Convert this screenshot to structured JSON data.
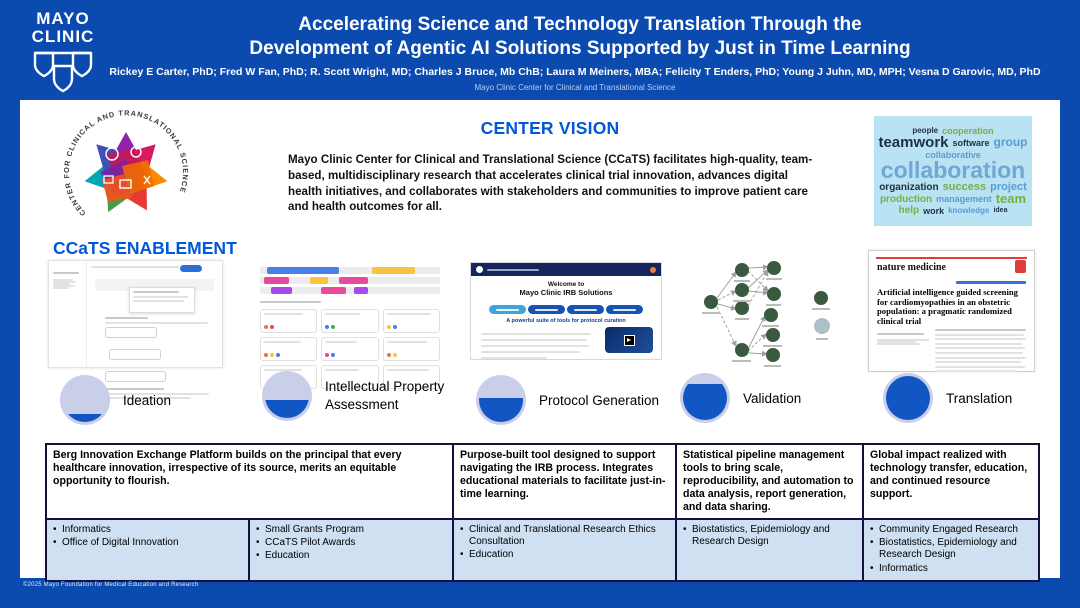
{
  "page": {
    "bg_color": "#0b4bb0",
    "accent_blue": "#0057d8"
  },
  "header": {
    "logo_line1": "MAYO",
    "logo_line2": "CLINIC",
    "title_line1": "Accelerating Science and Technology Translation Through the",
    "title_line2": "Development of Agentic AI Solutions Supported by Just in Time Learning",
    "authors": "Rickey E Carter, PhD; Fred W Fan, PhD; R. Scott Wright, MD; Charles J Bruce, Mb ChB; Laura M Meiners, MBA; Felicity T Enders, PhD; Young J Juhn, MD, MPH; Vesna D Garovic, MD, PhD",
    "affiliation": "Mayo Clinic Center for Clinical and Translational Science"
  },
  "center_vision": {
    "heading": "CENTER VISION",
    "body": "Mayo Clinic Center for Clinical and Translational Science (CCaTS) facilitates high-quality, team-based, multidisciplinary research that accelerates clinical trial innovation, advances digital health initiatives, and collaborates with stakeholders and communities to improve patient care and health outcomes for all."
  },
  "ccats_logo": {
    "ring_text": "CENTER FOR CLINICAL AND TRANSLATIONAL SCIENCE"
  },
  "enablement_heading": "CCaTS ENABLEMENT",
  "word_cloud": {
    "words": [
      {
        "text": "people",
        "color": "#1c3144",
        "size": 8,
        "bold": true
      },
      {
        "text": "cooperation",
        "color": "#76b041",
        "size": 9,
        "bold": true
      },
      {
        "text": "teamwork",
        "color": "#1c3144",
        "size": 15,
        "bold": true
      },
      {
        "text": "software",
        "color": "#1c3144",
        "size": 9,
        "bold": true
      },
      {
        "text": "group",
        "color": "#5b9bd5",
        "size": 12,
        "bold": true
      },
      {
        "text": "collaborative",
        "color": "#5b9bd5",
        "size": 9,
        "bold": true
      },
      {
        "text": "collaboration",
        "color": "#6fa8d6",
        "size": 23,
        "bold": true
      },
      {
        "text": "organization",
        "color": "#1c3144",
        "size": 10,
        "bold": true
      },
      {
        "text": "success",
        "color": "#76b041",
        "size": 11,
        "bold": true
      },
      {
        "text": "project",
        "color": "#5b9bd5",
        "size": 11,
        "bold": true
      },
      {
        "text": "production",
        "color": "#76b041",
        "size": 10,
        "bold": true
      },
      {
        "text": "management",
        "color": "#5b9bd5",
        "size": 9,
        "bold": true
      },
      {
        "text": "team",
        "color": "#76b041",
        "size": 13,
        "bold": true
      },
      {
        "text": "help",
        "color": "#76b041",
        "size": 10,
        "bold": true
      },
      {
        "text": "work",
        "color": "#1c3144",
        "size": 9,
        "bold": true
      },
      {
        "text": "knowledge",
        "color": "#5b9bd5",
        "size": 8,
        "bold": true
      },
      {
        "text": "idea",
        "color": "#1c3144",
        "size": 7,
        "bold": true
      }
    ]
  },
  "irb_screenshot": {
    "welcome_line1": "Welcome to",
    "welcome_line2": "Mayo Clinic IRB Solutions",
    "tagline": "A powerful suite of tools for protocol curation"
  },
  "nature_paper": {
    "masthead": "nature medicine",
    "title": "Artificial intelligence guided screening for cardiomyopathies in an obstetric population: a pragmatic randomized clinical trial"
  },
  "pipeline": {
    "stages": [
      {
        "label": "Ideation",
        "fill_pct": 18
      },
      {
        "label": "Intellectual Property Assessment",
        "fill_pct": 40
      },
      {
        "label": "Protocol Generation",
        "fill_pct": 55
      },
      {
        "label": "Validation",
        "fill_pct": 82
      },
      {
        "label": "Translation",
        "fill_pct": 100
      }
    ]
  },
  "table": {
    "descriptions": [
      "Berg Innovation Exchange Platform builds on the principal that every healthcare innovation, irrespective of its source, merits an equitable opportunity to flourish.",
      "Purpose-built tool designed to support navigating the IRB process. Integrates educational materials to facilitate just-in-time learning.",
      "Statistical pipeline management tools to bring scale, reproducibility, and automation to data analysis, report generation, and data sharing.",
      "Global impact realized with technology transfer, education, and continued resource support."
    ],
    "bullet_columns": [
      {
        "items": [
          "Informatics",
          "Office of Digital Innovation"
        ]
      },
      {
        "items": [
          "Small Grants Program",
          "CCaTS Pilot Awards",
          "Education"
        ]
      },
      {
        "items": [
          "Clinical and Translational Research Ethics Consultation",
          "Education"
        ]
      },
      {
        "items": [
          "Biostatistics, Epidemiology and Research Design"
        ]
      },
      {
        "items": [
          "Community Engaged Research",
          "Biostatistics, Epidemiology and Research Design",
          "Informatics"
        ]
      }
    ]
  },
  "footer": {
    "copyright": "©2025 Mayo Foundation for Medical Education and Research"
  }
}
